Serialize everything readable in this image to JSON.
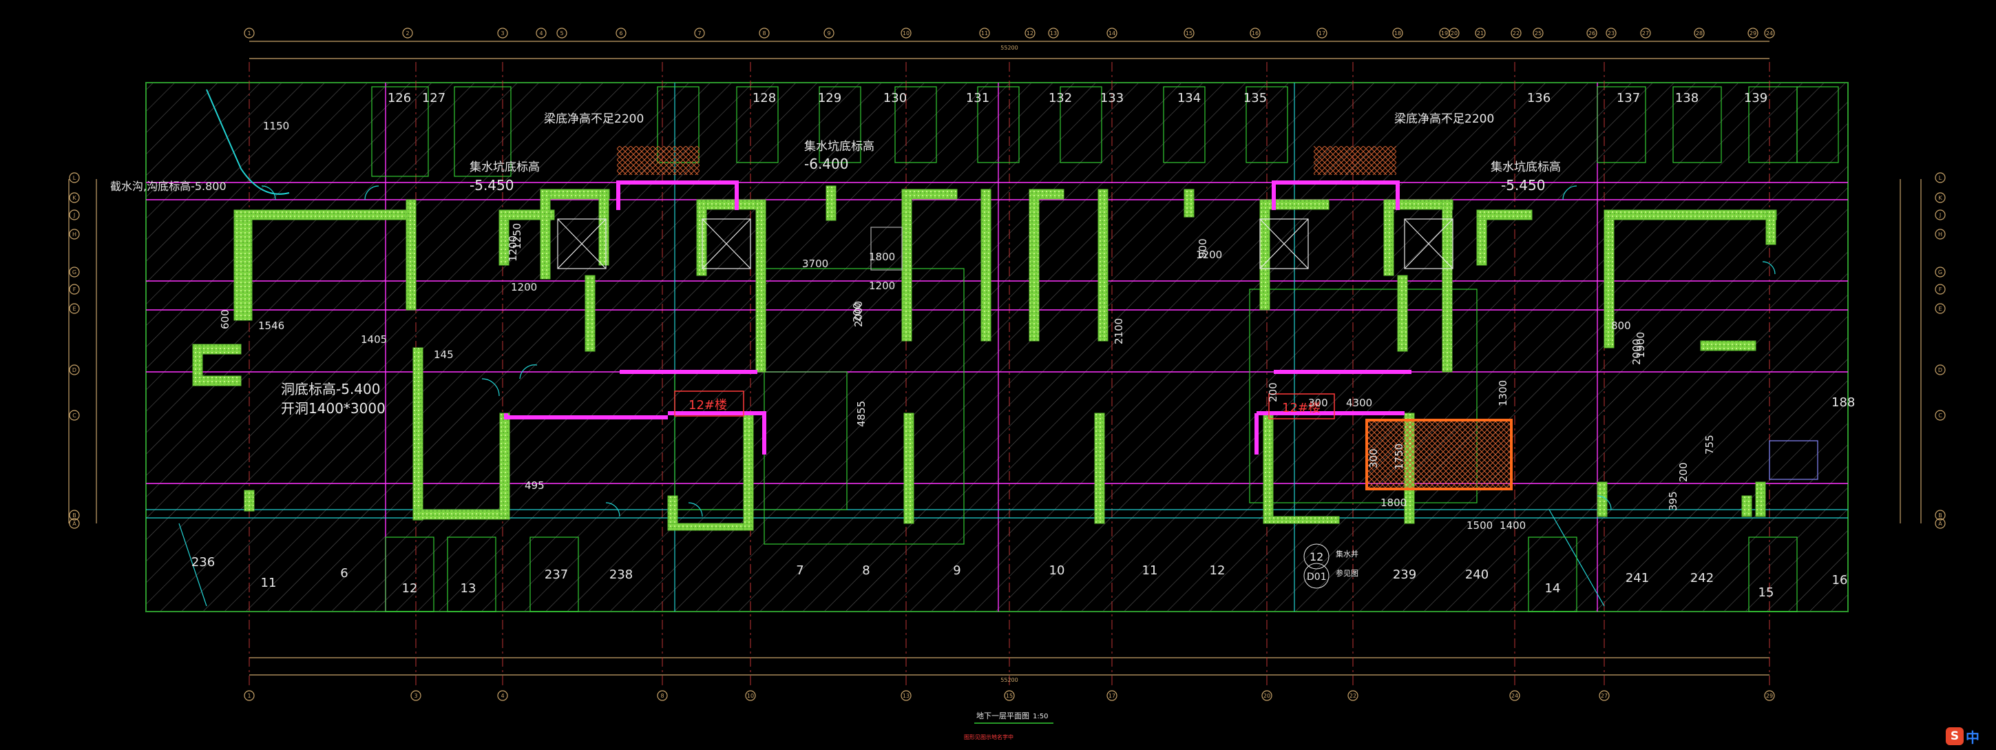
{
  "drawing": {
    "title": "地下一层平面图",
    "scale": "1:50",
    "subtitle": "图形见图示地名字中",
    "top_overall_dimension": "55200",
    "bottom_overall_dimension": "55200",
    "top_axes": [
      "1",
      "2",
      "3",
      "4",
      "5",
      "6",
      "7",
      "8",
      "9",
      "10",
      "11",
      "12",
      "13",
      "14",
      "15",
      "16",
      "17",
      "18",
      "19",
      "20",
      "21",
      "22",
      "23",
      "24",
      "25",
      "26",
      "27",
      "28",
      "29"
    ],
    "bottom_axes": [
      "1",
      "3",
      "4",
      "8",
      "10",
      "13",
      "15",
      "17",
      "20",
      "22",
      "24",
      "27",
      "29"
    ],
    "side_axes": [
      "L",
      "K",
      "J",
      "H",
      "G",
      "F",
      "E",
      "D",
      "C",
      "B",
      "A"
    ],
    "building_labels": [
      "12#楼",
      "12#楼"
    ],
    "room_numbers_top": [
      "126",
      "127",
      "128",
      "129",
      "130",
      "131",
      "132",
      "133",
      "134",
      "135",
      "136",
      "137",
      "138",
      "139"
    ],
    "room_numbers_bottom": [
      "236",
      "11",
      "6",
      "12",
      "13",
      "237",
      "238",
      "7",
      "8",
      "9",
      "10",
      "11",
      "12",
      "12",
      "239",
      "240",
      "14",
      "241",
      "242",
      "15",
      "16"
    ],
    "annotations": {
      "beam_clearance_left": "梁底净高不足2200",
      "beam_clearance_right": "梁底净高不足2200",
      "sump_left": "集水坑底标高",
      "sump_left_level": "-5.450",
      "sump_mid": "集水坑底标高",
      "sump_mid_level": "-6.400",
      "sump_right": "集水坑底标高",
      "sump_right_level": "-5.450",
      "far_left_note": "截水沟,沟底标高-5.800",
      "opening_level": "洞底标高-5.400",
      "opening_size": "开洞1400*3000",
      "pump_note_1": "集水井",
      "pump_note_2": "参见图",
      "pump_tag_top": "12",
      "pump_tag_bottom": "D01",
      "misc_188": "188"
    },
    "dimension_labels": [
      "1150",
      "1200",
      "1250",
      "1200",
      "3700",
      "1800",
      "1200",
      "200",
      "2000",
      "4855",
      "1405",
      "600",
      "1546",
      "145",
      "495",
      "1200",
      "900",
      "2100",
      "800",
      "1900",
      "2000",
      "200",
      "300",
      "4300",
      "1300",
      "1750",
      "300",
      "1800",
      "1500",
      "1400",
      "755",
      "200",
      "395"
    ]
  },
  "ime": {
    "logo": "S",
    "mode": "中"
  },
  "colors": {
    "background": "#000000",
    "dimension": "#c9a46a",
    "wall_fill": "#8fe34a",
    "magenta": "#ff33ff",
    "green_line": "#33cc33",
    "cyan": "#22d3d3",
    "white_text": "#e8e8e8",
    "red_text": "#ff3b3b",
    "hatch": "#5a5a5a",
    "blue": "#3366ff"
  }
}
